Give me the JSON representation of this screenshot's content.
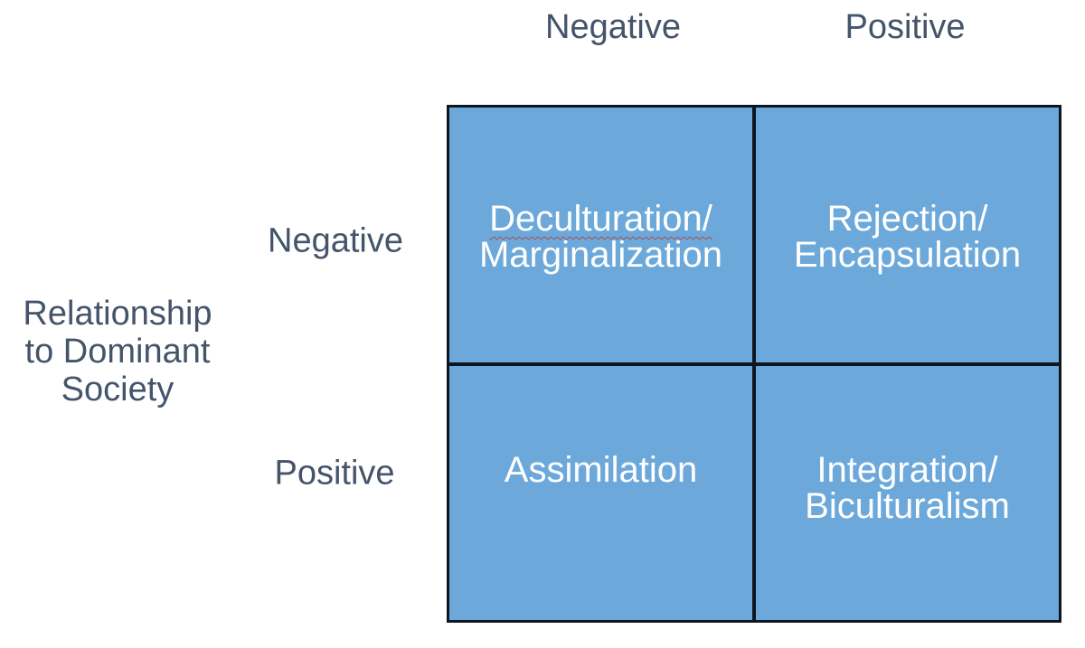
{
  "colors": {
    "background": "#ffffff",
    "quadrant_fill": "#6CA9DA",
    "grid_line": "#0d1620",
    "axis_text": "#44546A",
    "quadrant_text": "#ffffff",
    "spellcheck_squiggle": "#a34a52"
  },
  "column_headers": {
    "negative": "Negative",
    "positive": "Positive"
  },
  "row_headers": {
    "negative": "Negative",
    "positive": "Positive"
  },
  "axis_label": {
    "line1": "Relationship",
    "line2": "to Dominant",
    "line3": "Society"
  },
  "quadrants": {
    "top_left": {
      "line1": "Deculturation/",
      "line2": "Marginalization"
    },
    "top_right": {
      "line1": "Rejection/",
      "line2": "Encapsulation"
    },
    "bottom_left": {
      "line1": "Assimilation"
    },
    "bottom_right": {
      "line1": "Integration/",
      "line2": "Biculturalism"
    }
  }
}
